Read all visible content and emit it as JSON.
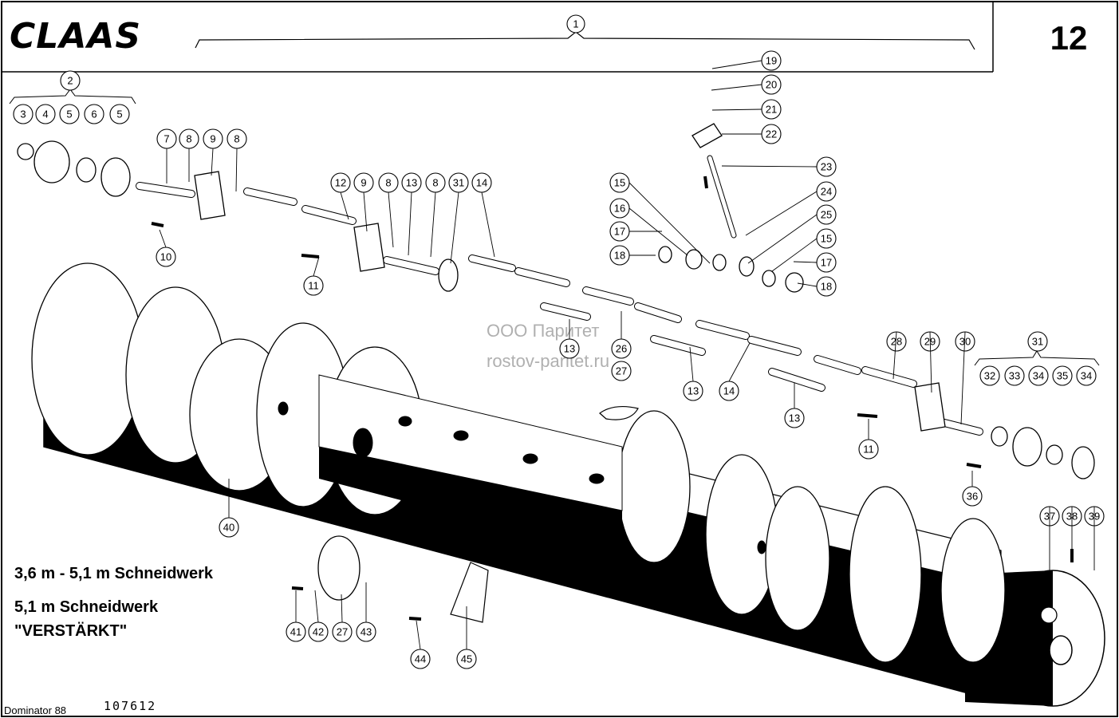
{
  "header": {
    "brand": "CLAAS",
    "page_number": "12",
    "assembly_callout": "1"
  },
  "watermark": {
    "line1": "ООО Паритет",
    "line2": "rostov-paritet.ru"
  },
  "captions": {
    "line1": "3,6 m - 5,1 m Schneidwerk",
    "line2": "5,1 m Schneidwerk",
    "line3": "\"VERSTÄRKT\""
  },
  "footer": {
    "model": "Dominator 88",
    "drawing_number": "107612"
  },
  "callouts": [
    "2",
    "3",
    "4",
    "5",
    "6",
    "5",
    "7",
    "8",
    "9",
    "8",
    "10",
    "12",
    "9",
    "8",
    "13",
    "8",
    "31",
    "14",
    "11",
    "19",
    "20",
    "21",
    "22",
    "23",
    "15",
    "24",
    "16",
    "25",
    "17",
    "15",
    "18",
    "17",
    "18",
    "13",
    "26",
    "27",
    "13",
    "14",
    "13",
    "28",
    "29",
    "30",
    "31",
    "32",
    "33",
    "34",
    "35",
    "34",
    "11",
    "36",
    "40",
    "37",
    "38",
    "39",
    "41",
    "42",
    "27",
    "43",
    "44",
    "45"
  ]
}
